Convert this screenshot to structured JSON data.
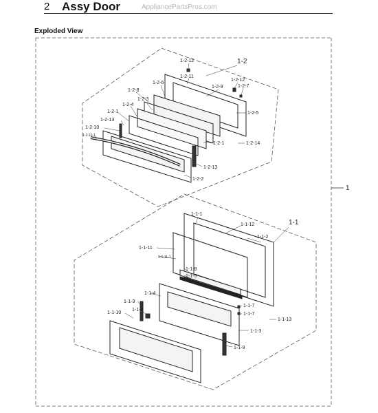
{
  "header": {
    "section_number": "2",
    "title": "Assy Door",
    "watermark": "AppliancePartsPros.com"
  },
  "section_title": "Exploded View",
  "assembly_label": "1",
  "upper_group": {
    "label": "1-2",
    "callouts": [
      "1-2-12",
      "1-2-11",
      "1-2-9",
      "1-2-12",
      "1-2-7",
      "1-2-6",
      "1-2-8",
      "1-2-3",
      "1-2-4",
      "1-2-1",
      "1-2-13",
      "1-2-10",
      "1-2-10-1",
      "1-2-5",
      "1-2-1",
      "1-2-14",
      "1-2-13",
      "1-2-2"
    ]
  },
  "lower_group": {
    "label": "1-1",
    "callouts": [
      "1-1-1",
      "1-1-12",
      "1-1-2",
      "1-1-11",
      "1-1-11-1",
      "1-1-8",
      "1-1-5",
      "1-1-4",
      "1-1-9",
      "1-1-6",
      "1-1-10",
      "1-1-7",
      "1-1-7",
      "1-1-3",
      "1-1-13",
      "1-1-9"
    ]
  }
}
